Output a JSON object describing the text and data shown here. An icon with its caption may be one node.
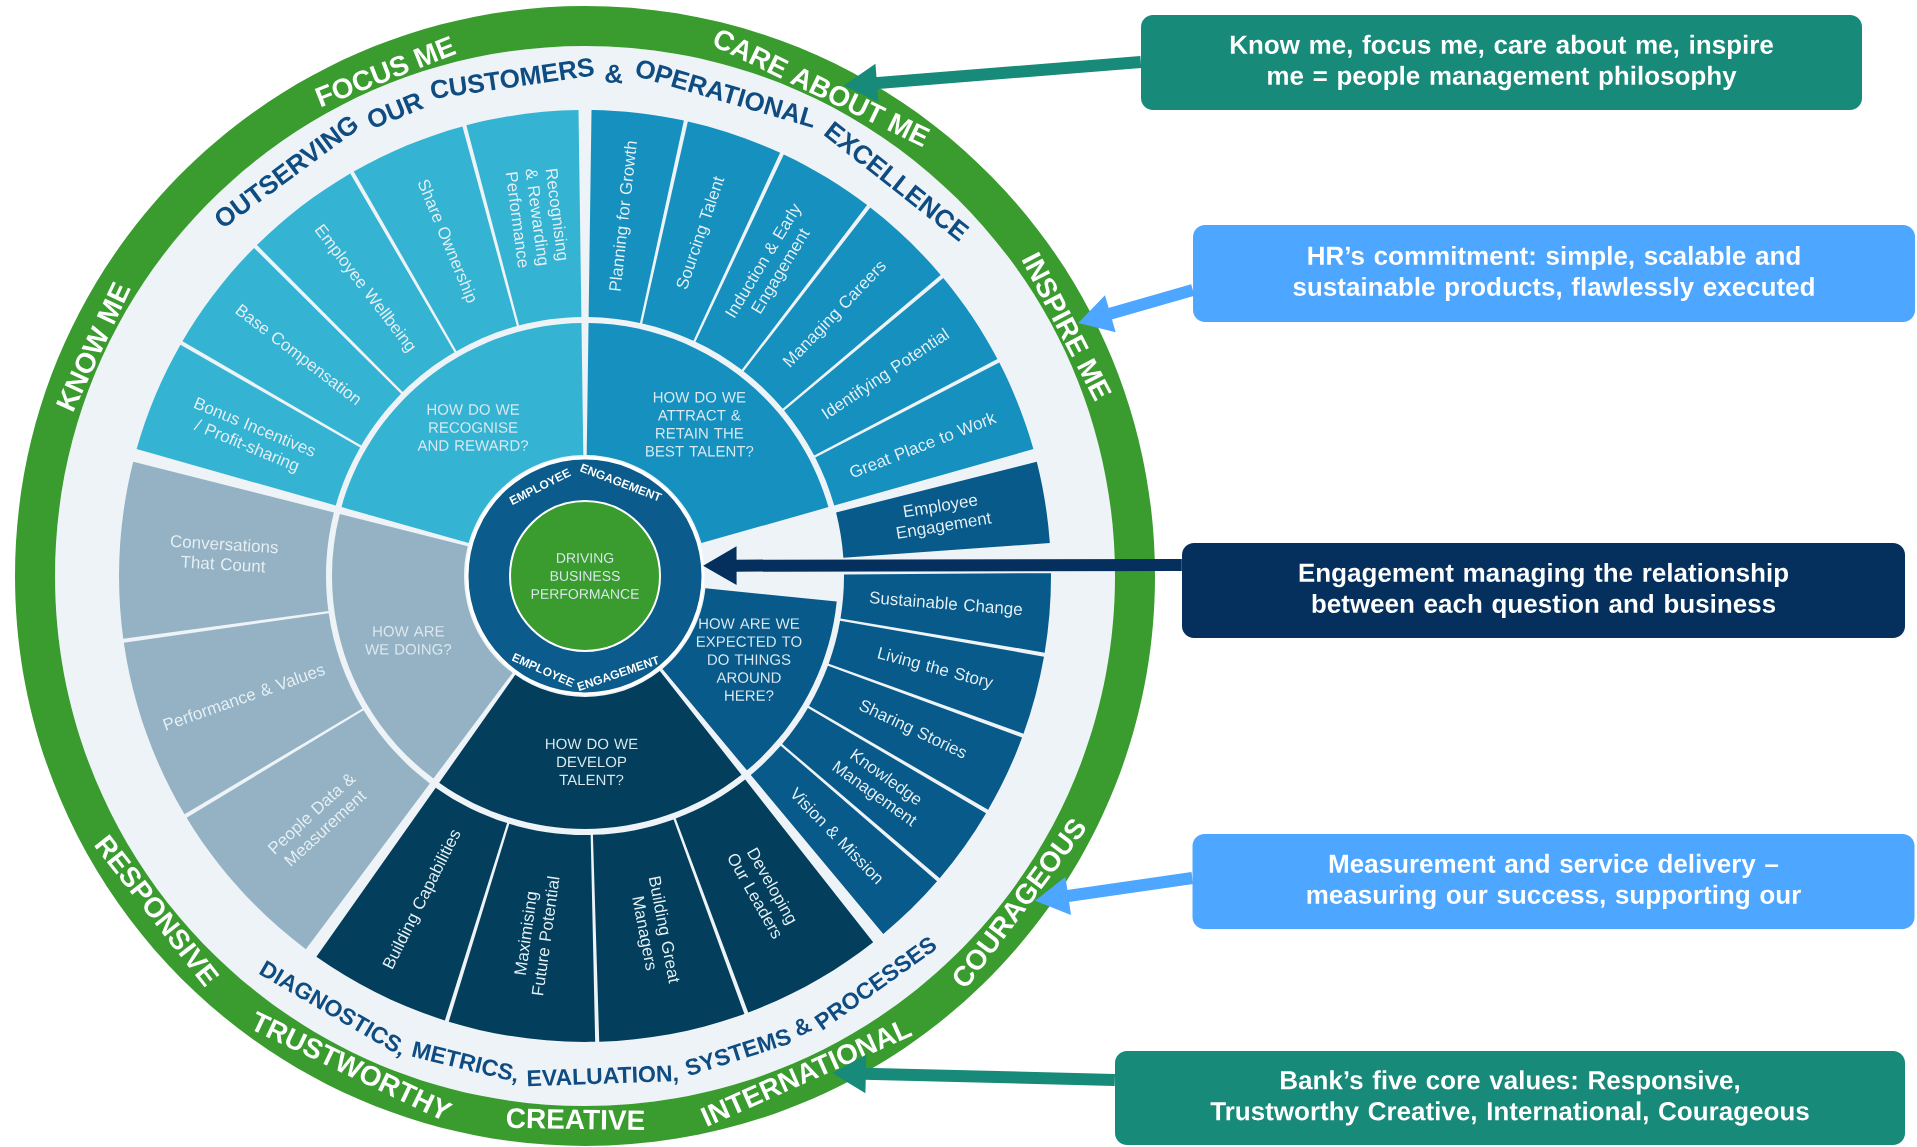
{
  "diagram": {
    "nodes": [
      {
        "text": [
          "HOW DO WE RECOGNISE AND REWARD?"
        ]
      },
      {
        "text": [
          "Bonus Incentives / Profit-sharing"
        ]
      },
      {
        "text": [
          "Base Compensation"
        ]
      },
      {
        "text": [
          "Employee Wellbeing"
        ]
      },
      {
        "text": [
          "Share Ownership"
        ]
      },
      {
        "text": [
          "Recognising & Rewarding Performance"
        ]
      },
      {
        "text": [
          "HOW DO WE ATTRACT & RETAIN THE BEST TALENT?"
        ]
      },
      {
        "text": [
          "Planning for Growth"
        ]
      },
      {
        "text": [
          "Sourcing Talent"
        ]
      },
      {
        "text": [
          "Induction & Early Engagement"
        ]
      },
      {
        "text": [
          "Managing Careers"
        ]
      },
      {
        "text": [
          "Identifying Potential"
        ]
      },
      {
        "text": [
          "Great Place to Work"
        ]
      },
      {
        "text": [
          "HOW ARE WE DOING?"
        ]
      },
      {
        "text": [
          "Conversations That Count"
        ]
      },
      {
        "text": [
          "Performance & Values"
        ]
      },
      {
        "text": [
          "People Data & Measurement"
        ]
      },
      {
        "text": [
          "EMPLOYEE ENGAGEMENT",
          "EMPLOYEE ENGAGEMENT"
        ]
      },
      {
        "text": [
          "DRIVING BUSINESS PERFORMANCE"
        ],
        "in": 17
      },
      {
        "text": [
          "HOW ARE WE EXPECTED TO DO THINGS AROUND HERE?"
        ]
      },
      {
        "text": [
          "Employee Engagement"
        ]
      },
      {
        "text": [
          "Sustainable Change"
        ]
      },
      {
        "text": [
          "Living the Story"
        ]
      },
      {
        "text": [
          "Sharing Stories"
        ]
      },
      {
        "text": [
          "Knowledge Management"
        ]
      },
      {
        "text": [
          "Vision & Mission"
        ]
      },
      {
        "text": [
          "HOW DO WE DEVELOP TALENT?"
        ]
      },
      {
        "text": [
          "Building Capabilities"
        ]
      },
      {
        "text": [
          "Maximising Future Potential"
        ]
      },
      {
        "text": [
          "Building Great Managers"
        ]
      },
      {
        "text": [
          "Developing Our Leaders"
        ]
      },
      {
        "text": [
          "Know me, focus me, care about me, inspire me = people management philosophy"
        ]
      },
      {
        "text": [
          "HR’s commitment: simple, scalable and sustainable products, flawlessly executed"
        ]
      },
      {
        "text": [
          "Engagement managing the relationship between each question and business"
        ]
      },
      {
        "text": [
          "Measurement and service delivery – measuring our success, supporting our"
        ]
      },
      {
        "text": [
          "Bank’s five core values: Responsive, Trustworthy Creative, International, Courageous"
        ]
      },
      {
        "text": [
          "FOCUS ME"
        ]
      },
      {
        "text": [
          "CARE ABOUT ME"
        ]
      },
      {
        "text": [
          "KNOW ME"
        ]
      },
      {
        "text": [
          "INSPIRE ME"
        ]
      },
      {
        "text": [
          "COURAGEOUS"
        ]
      },
      {
        "text": [
          "RESPONSIVE"
        ]
      },
      {
        "text": [
          "TRUSTWORTHY"
        ]
      },
      {
        "text": [
          "CREATIVE"
        ]
      },
      {
        "text": [
          "INTERNATIONAL"
        ]
      }
    ],
    "edges": [
      {
        "from": 31,
        "to": 37,
        "arrow": "to",
        "color": "#178a79"
      },
      {
        "from": 32,
        "to": 39,
        "arrow": "to",
        "color": "#4da6ff"
      },
      {
        "from": 33,
        "to": 17,
        "arrow": "to",
        "color": "#05305e"
      },
      {
        "from": 34,
        "to": 40,
        "arrow": "to",
        "color": "#4da6ff"
      },
      {
        "from": 35,
        "to": 44,
        "arrow": "to",
        "color": "#178a79"
      }
    ],
    "labels": [
      "OUTSERVING OUR CUSTOMERS & OPERATIONAL EXCELLENCE",
      "DIAGNOSTICS, METRICS, EVALUATION, SYSTEMS & PROCESSES"
    ]
  }
}
